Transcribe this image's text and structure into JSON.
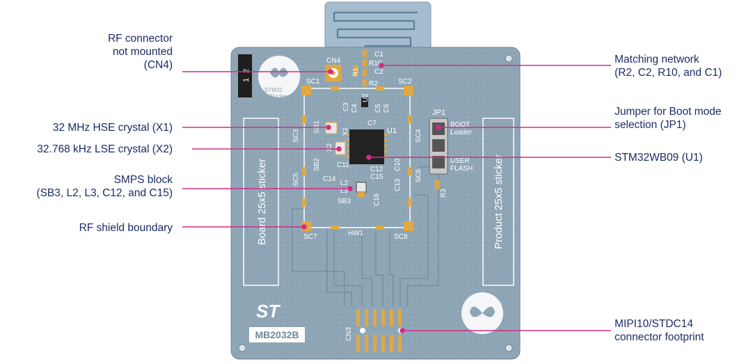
{
  "callouts_left": [
    {
      "id": "rf-connector",
      "text": "RF connector\nnot mounted\n(CN4)"
    },
    {
      "id": "hse-crystal",
      "text": "32 MHz HSE crystal (X1)"
    },
    {
      "id": "lse-crystal",
      "text": "32.768 kHz LSE crystal (X2)"
    },
    {
      "id": "smps-block",
      "text": "SMPS block\n(SB3, L2, L3, C12, and C15)"
    },
    {
      "id": "rf-shield",
      "text": "RF shield boundary"
    }
  ],
  "callouts_right": [
    {
      "id": "matching-network",
      "text": "Matching network\n(R2, C2, R10, and C1)"
    },
    {
      "id": "boot-jumper",
      "text": "Jumper for Boot mode\nselection (JP1)"
    },
    {
      "id": "mcu",
      "text": "STM32WB09 (U1)"
    },
    {
      "id": "debug-connector",
      "text": "MIPI10/STDC14\nconnector footprint"
    }
  ],
  "board": {
    "id": "MB2032B",
    "logo_text": "ST",
    "nucleo_logo_line1": "STM32",
    "nucleo_logo_line2": "Nucleo",
    "left_sticker": "Board 25x5 sticker",
    "right_sticker": "Product 25x5 sticker",
    "pin_labels": [
      "1",
      "2"
    ],
    "jumper_top": "BOOT\nLoader",
    "jumper_bottom": "USER\nFLASH",
    "component_labels": {
      "cn4": "CN4",
      "cn3": "CN3",
      "jp1": "JP1",
      "u1": "U1",
      "u2": "U2",
      "hw1": "HW1",
      "x1": "X1",
      "x2": "X2",
      "r1": "R1",
      "r2": "R2",
      "r3": "R3",
      "r10": "R10",
      "c1": "C1",
      "c2": "C2",
      "c3": "C3",
      "c4": "C4",
      "c5": "C5",
      "c6": "C6",
      "c7": "C7",
      "c10": "C10",
      "c11": "C11",
      "c12": "C12",
      "c13": "C13",
      "c14": "C14",
      "c15": "C15",
      "c16": "C16",
      "sb1": "SB1",
      "sb2": "SB2",
      "sb3": "SB3",
      "l2": "L2",
      "l3": "L3",
      "sc1": "SC1",
      "sc2": "SC2",
      "sc3": "SC3",
      "sc4": "SC4",
      "sc5": "SC5",
      "sc6": "SC6",
      "sc7": "SC7",
      "sc8": "SC8"
    }
  },
  "colors": {
    "pcb": "#8fa6b6",
    "antenna_tab": "#a4bccd",
    "pad": "#e0a843",
    "leader": "#d42b85",
    "text": "#1c2b66"
  }
}
